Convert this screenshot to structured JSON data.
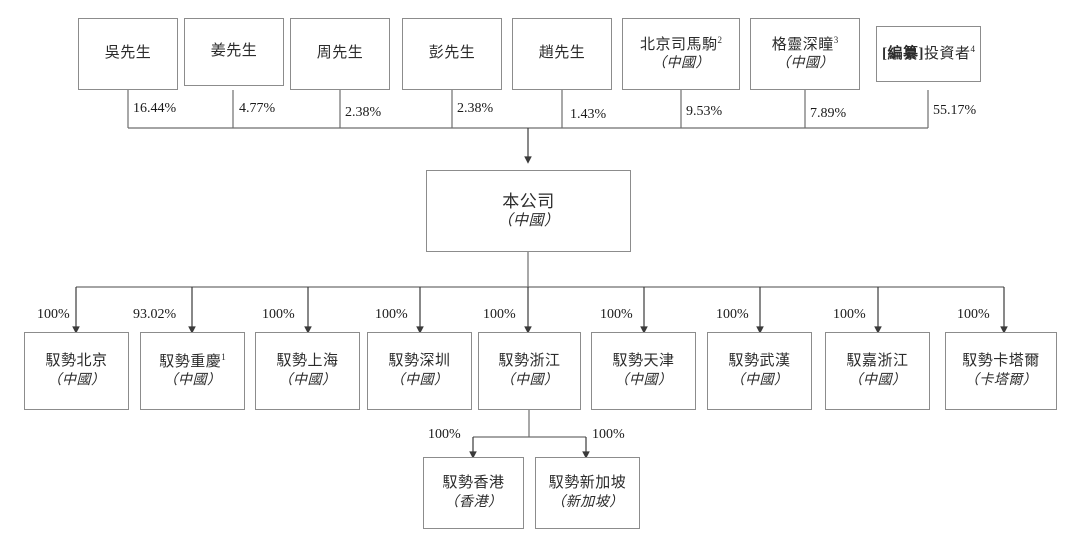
{
  "diagram": {
    "title": "Shareholding and corporate structure chart",
    "type": "org-chart",
    "line_color": "#6e6e6e",
    "box_border_color": "#8c8c8c",
    "background": "#ffffff"
  },
  "shareholders": [
    {
      "id": "wu",
      "name": "吳先生",
      "location": "",
      "percent": "16.44%"
    },
    {
      "id": "jiang",
      "name": "姜先生",
      "location": "",
      "percent": "4.77%"
    },
    {
      "id": "zhou",
      "name": "周先生",
      "location": "",
      "percent": "2.38%"
    },
    {
      "id": "peng",
      "name": "彭先生",
      "location": "",
      "percent": "2.38%"
    },
    {
      "id": "zhao",
      "name": "趙先生",
      "location": "",
      "percent": "1.43%"
    },
    {
      "id": "simaju",
      "name": "北京司馬駒",
      "sup": "2",
      "location": "（中國）",
      "percent": "9.53%"
    },
    {
      "id": "deepglint",
      "name": "格靈深瞳",
      "sup": "3",
      "location": "（中國）",
      "percent": "7.89%"
    },
    {
      "id": "investors",
      "name_bracket": "[編纂]",
      "name_rest": "投資者",
      "sup": "4",
      "location": "",
      "percent": "55.17%"
    }
  ],
  "company": {
    "name": "本公司",
    "location": "（中國）"
  },
  "subsidiaries": [
    {
      "id": "beijing",
      "name": "馭勢北京",
      "location": "（中國）",
      "percent": "100%"
    },
    {
      "id": "chongqing",
      "name": "馭勢重慶",
      "sup": "1",
      "location": "（中國）",
      "percent": "93.02%"
    },
    {
      "id": "shanghai",
      "name": "馭勢上海",
      "location": "（中國）",
      "percent": "100%"
    },
    {
      "id": "shenzhen",
      "name": "馭勢深圳",
      "location": "（中國）",
      "percent": "100%"
    },
    {
      "id": "zhejiang",
      "name": "馭勢浙江",
      "location": "（中國）",
      "percent": "100%"
    },
    {
      "id": "tianjin",
      "name": "馭勢天津",
      "location": "（中國）",
      "percent": "100%"
    },
    {
      "id": "wuhan",
      "name": "馭勢武漢",
      "location": "（中國）",
      "percent": "100%"
    },
    {
      "id": "yujia",
      "name": "馭嘉浙江",
      "location": "（中國）",
      "percent": "100%"
    },
    {
      "id": "qatar",
      "name": "馭勢卡塔爾",
      "location": "（卡塔爾）",
      "percent": "100%"
    }
  ],
  "sub_subsidiaries": [
    {
      "id": "hongkong",
      "name": "馭勢香港",
      "location": "（香港）",
      "percent": "100%"
    },
    {
      "id": "singapore",
      "name": "馭勢新加坡",
      "location": "（新加坡）",
      "percent": "100%"
    }
  ]
}
